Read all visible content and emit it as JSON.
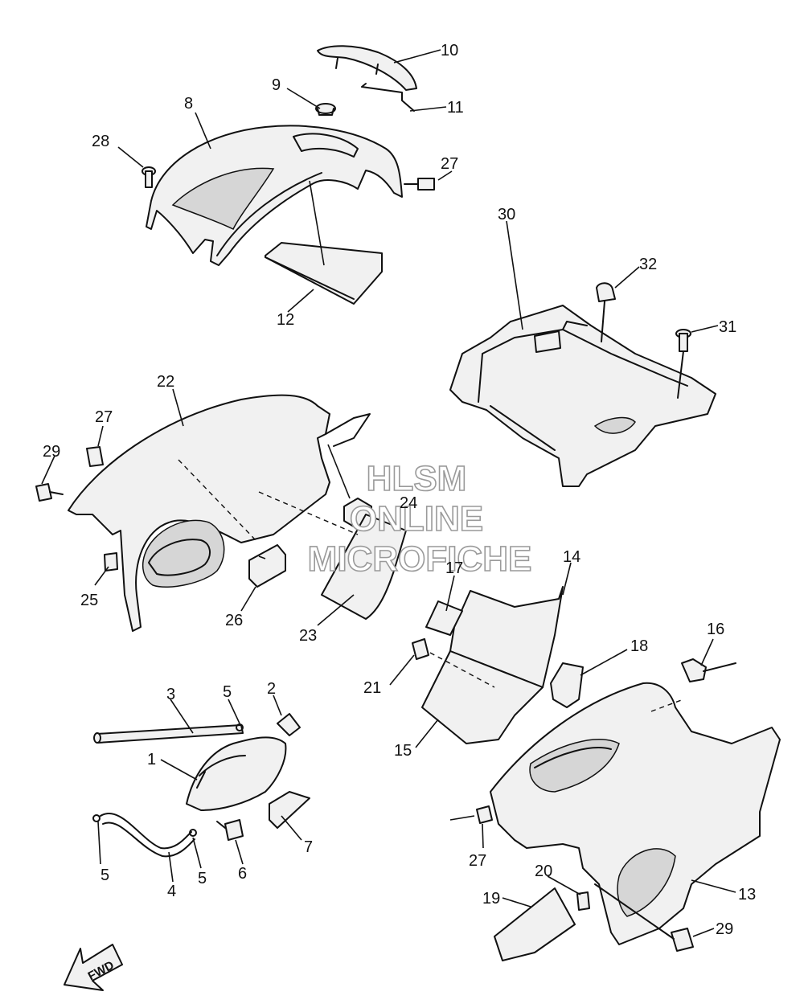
{
  "watermark": {
    "line1": "HLSM",
    "line2": "ONLINE",
    "line3": "MICROFICHE"
  },
  "direction_label": "FWD",
  "callouts": [
    {
      "id": "c10",
      "label": "10"
    },
    {
      "id": "c9",
      "label": "9"
    },
    {
      "id": "c11",
      "label": "11"
    },
    {
      "id": "c8",
      "label": "8"
    },
    {
      "id": "c28",
      "label": "28"
    },
    {
      "id": "c27a",
      "label": "27"
    },
    {
      "id": "c12",
      "label": "12"
    },
    {
      "id": "c30",
      "label": "30"
    },
    {
      "id": "c32",
      "label": "32"
    },
    {
      "id": "c31",
      "label": "31"
    },
    {
      "id": "c22",
      "label": "22"
    },
    {
      "id": "c27b",
      "label": "27"
    },
    {
      "id": "c29a",
      "label": "29"
    },
    {
      "id": "c24",
      "label": "24"
    },
    {
      "id": "c25",
      "label": "25"
    },
    {
      "id": "c26",
      "label": "26"
    },
    {
      "id": "c23",
      "label": "23"
    },
    {
      "id": "c17",
      "label": "17"
    },
    {
      "id": "c14",
      "label": "14"
    },
    {
      "id": "c18",
      "label": "18"
    },
    {
      "id": "c16",
      "label": "16"
    },
    {
      "id": "c21",
      "label": "21"
    },
    {
      "id": "c15",
      "label": "15"
    },
    {
      "id": "c3",
      "label": "3"
    },
    {
      "id": "c5a",
      "label": "5"
    },
    {
      "id": "c2",
      "label": "2"
    },
    {
      "id": "c1",
      "label": "1"
    },
    {
      "id": "c7",
      "label": "7"
    },
    {
      "id": "c5b",
      "label": "5"
    },
    {
      "id": "c4",
      "label": "4"
    },
    {
      "id": "c5c",
      "label": "5"
    },
    {
      "id": "c6",
      "label": "6"
    },
    {
      "id": "c27c",
      "label": "27"
    },
    {
      "id": "c20",
      "label": "20"
    },
    {
      "id": "c13",
      "label": "13"
    },
    {
      "id": "c19",
      "label": "19"
    },
    {
      "id": "c29b",
      "label": "29"
    }
  ]
}
